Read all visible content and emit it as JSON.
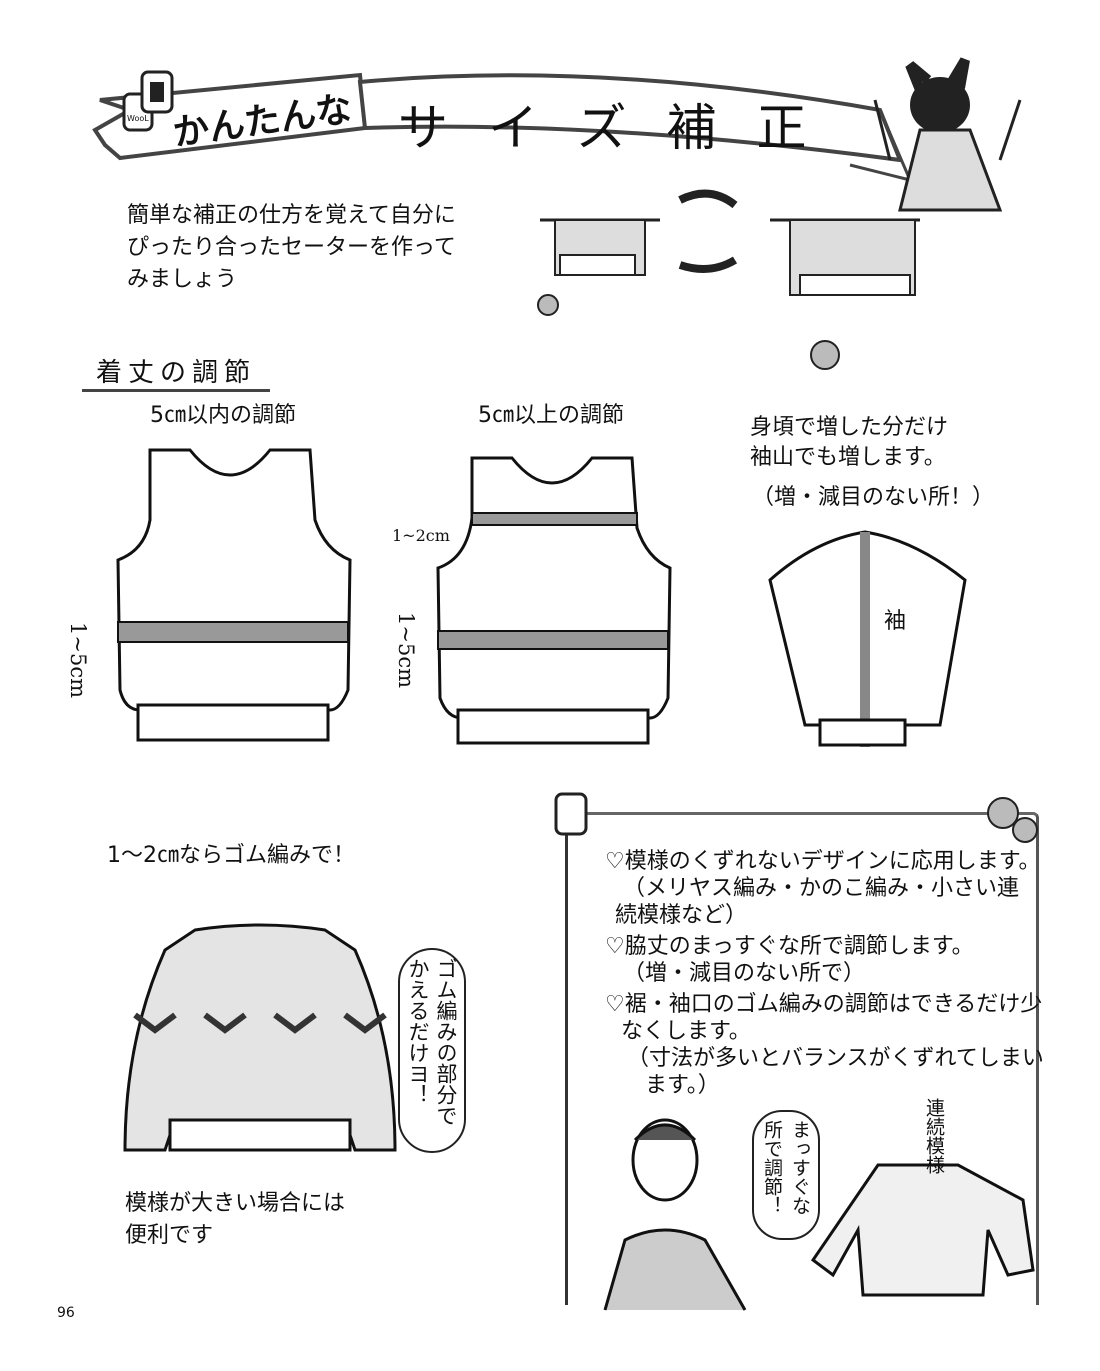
{
  "banner": {
    "small_title": "かんたんな",
    "main_title": "サイズ補正",
    "yarn_label": "WooL"
  },
  "intro": {
    "lines": [
      "簡単な補正の仕方を覚えて自分に",
      "ぴったり合ったセーターを作って",
      "みましょう"
    ]
  },
  "section_length": {
    "heading": "着丈の調節",
    "col1_title": "5㎝以内の調節",
    "col2_title": "5㎝以上の調節",
    "col1_measure": "1~5cm",
    "col2_measure_top": "1~2cm",
    "col2_measure_bottom": "1~5cm",
    "sleeve_note": [
      "身頃で増した分だけ",
      "袖山でも増します。"
    ],
    "sleeve_note_paren": "（増・減目のない所！）",
    "sleeve_label": "袖"
  },
  "ribbing": {
    "heading": "1～2㎝ならゴム編みで！",
    "bubble": "ゴム編みの部分でかえるだけヨ！",
    "caption": [
      "模様が大きい場合には",
      "便利です"
    ]
  },
  "tips": {
    "items": [
      {
        "main": "♡模様のくずれないデザインに応用します。",
        "sub": [
          "（メリヤス編み・かのこ編み・小さい連",
          "続模様など）"
        ]
      },
      {
        "main": "♡脇丈のまっすぐな所で調節します。",
        "sub": [
          "（増・減目のない所で）"
        ]
      },
      {
        "main": "♡裾・袖口のゴム編みの調節はできるだけ少",
        "sub": [
          "なくします。",
          "（寸法が多いとバランスがくずれてしまい",
          "ます。）"
        ]
      }
    ],
    "bubble_girl": "まっすぐな所で調節！",
    "bubble_sweater": "連続模様"
  },
  "page_number": "96"
}
